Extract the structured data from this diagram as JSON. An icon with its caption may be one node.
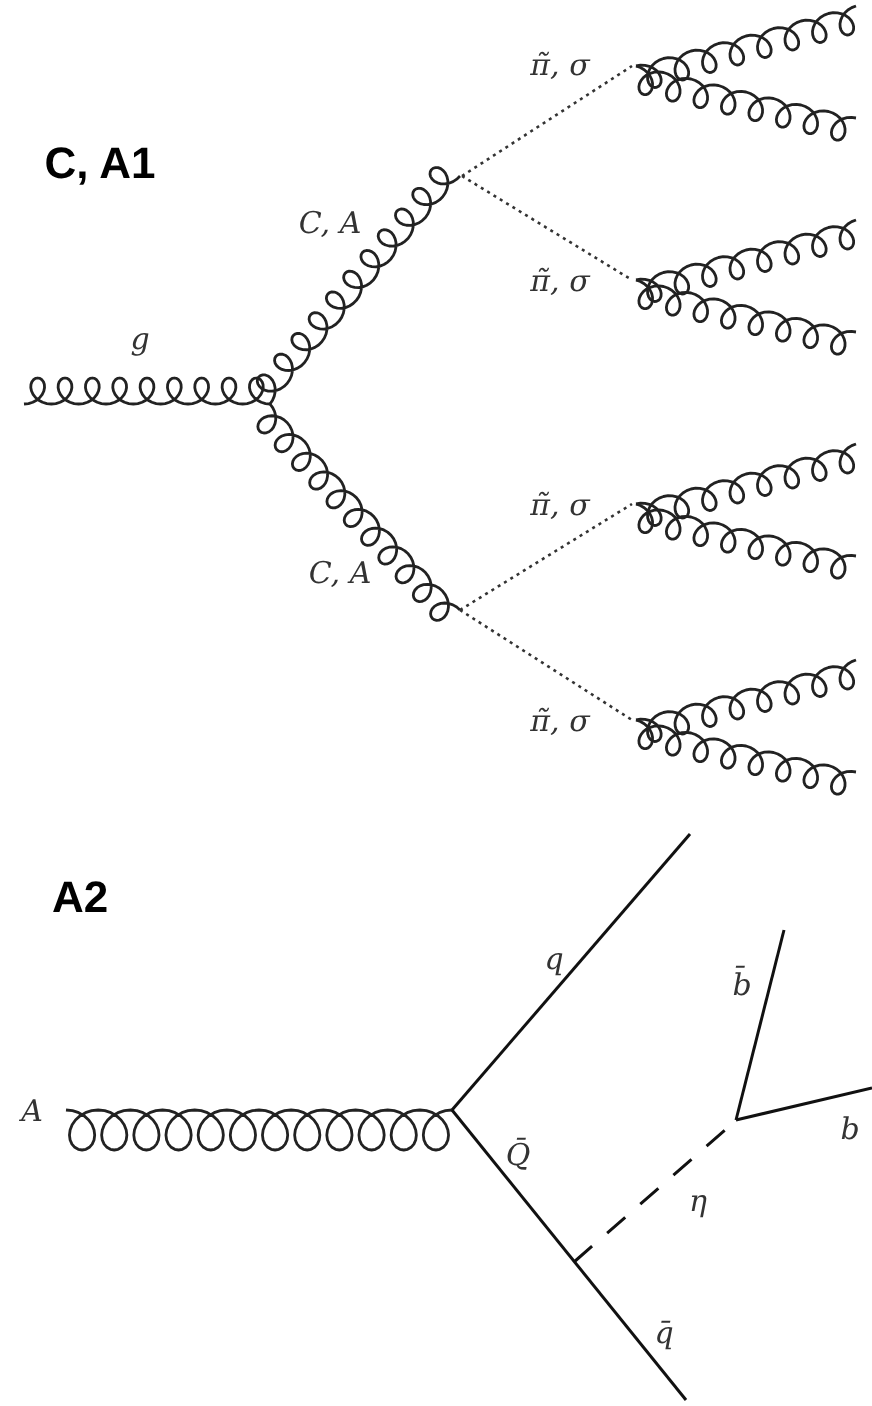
{
  "diagram": {
    "labels": [
      "C, A1",
      "π̃, σ",
      "C, A",
      "π̃, σ",
      "g",
      "π̃, σ",
      "C, A",
      "π̃, σ",
      "A2",
      "q",
      "b̄",
      "A",
      "b",
      "Q̄",
      "η",
      "q̄"
    ]
  }
}
